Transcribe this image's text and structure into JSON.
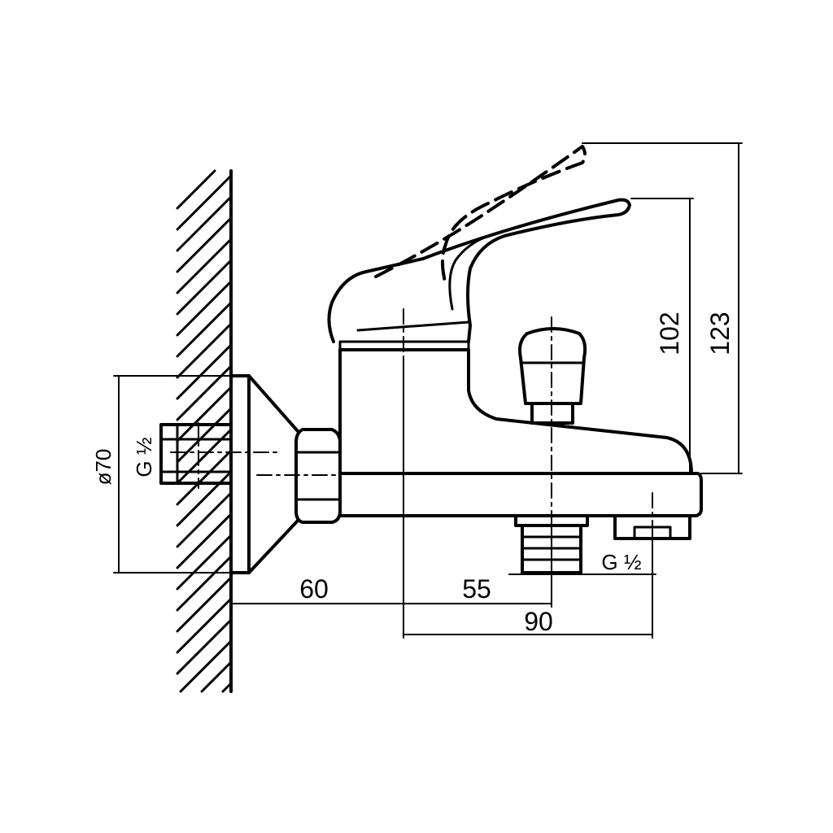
{
  "dimensions": {
    "wall_to_body": "60",
    "body_to_axis": "55",
    "axis_to_outlet": "90",
    "height_lever": "102",
    "height_lever_open": "123",
    "flange_diameter": "ø70",
    "thread_inlet": "G ½",
    "thread_outlet": "G ½"
  }
}
